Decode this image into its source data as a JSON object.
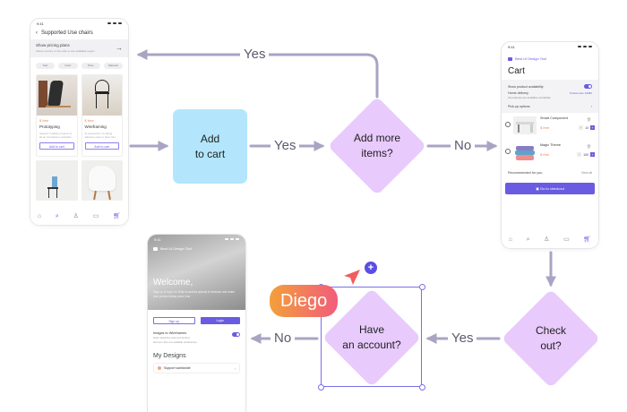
{
  "flow": {
    "nodes": {
      "add_to_cart": {
        "line1": "Add",
        "line2": "to cart",
        "color": "#b3e6fc"
      },
      "add_more_items": {
        "line1": "Add more",
        "line2": "items?",
        "color": "#e8cafc"
      },
      "check_out": {
        "line1": "Check",
        "line2": "out?",
        "color": "#e8cafc"
      },
      "have_account": {
        "line1": "Have",
        "line2": "an account?",
        "color": "#e8cafc"
      }
    },
    "edges": {
      "loop_yes": "Yes",
      "to_decision_yes": "Yes",
      "to_cart_no": "No",
      "checkout_yes": "Yes",
      "account_no": "No"
    },
    "edge_color": "#a9a4c4",
    "selection_color": "#7a6fe6"
  },
  "collaborator": {
    "name": "Diego",
    "add_badge": "+"
  },
  "phone_catalog": {
    "time": "9:41",
    "title": "Supported Use chairs",
    "back": "‹",
    "pricing": {
      "title": "Show pricing plans",
      "subtitle": "Select country or Zip code to see available region",
      "arrow": "→"
    },
    "chips": [
      "Sort",
      "Color",
      "Price",
      "Material"
    ],
    "products": [
      {
        "price": "$ free",
        "name": "Prototyping",
        "desc": "Support multiple projects to all an interactions included",
        "button": "Add to cart"
      },
      {
        "price": "$ free",
        "name": "Wireframing",
        "desc": "AI supported, no sitting allowed, easy to have lots",
        "button": "Add to cart"
      }
    ],
    "nav": [
      "home-icon",
      "search-icon",
      "profile-icon",
      "bookmark-icon",
      "cart-icon"
    ]
  },
  "phone_cart": {
    "time": "9:41",
    "brand": "Best UI Design Tool",
    "title": "Cart",
    "options": {
      "availability_label": "Show product availability",
      "availability_on": true,
      "delivery_label": "Home delivery",
      "delivery_link": "Postal code 10682",
      "delivery_note": "All products are available worldwide",
      "pickup_label": "Pick-up options"
    },
    "items": [
      {
        "name": "Smart Component",
        "price": "$ free",
        "qty": "10"
      },
      {
        "name": "Magic Theme",
        "price": "$ free",
        "qty": "100"
      }
    ],
    "recommended": "Recommended for you",
    "view_all": "View all",
    "checkout_button": "Go to checkout",
    "accent": "#6a5be2"
  },
  "phone_welcome": {
    "time": "9:41",
    "brand": "Best UI Design Tool",
    "title": "Welcome,",
    "subtitle": "Sign up or log in to Visily to access special AI features and make your product ideas come true",
    "signup": "Sign up",
    "login": "Login",
    "feature_title": "Images to Wireframes",
    "feature_desc_1": "Scan sketches and screenshot",
    "feature_desc_2": "and turn them to editable wireframes",
    "feature_on": true,
    "designs_title": "My Designs",
    "design_item": "Support worldwide"
  }
}
